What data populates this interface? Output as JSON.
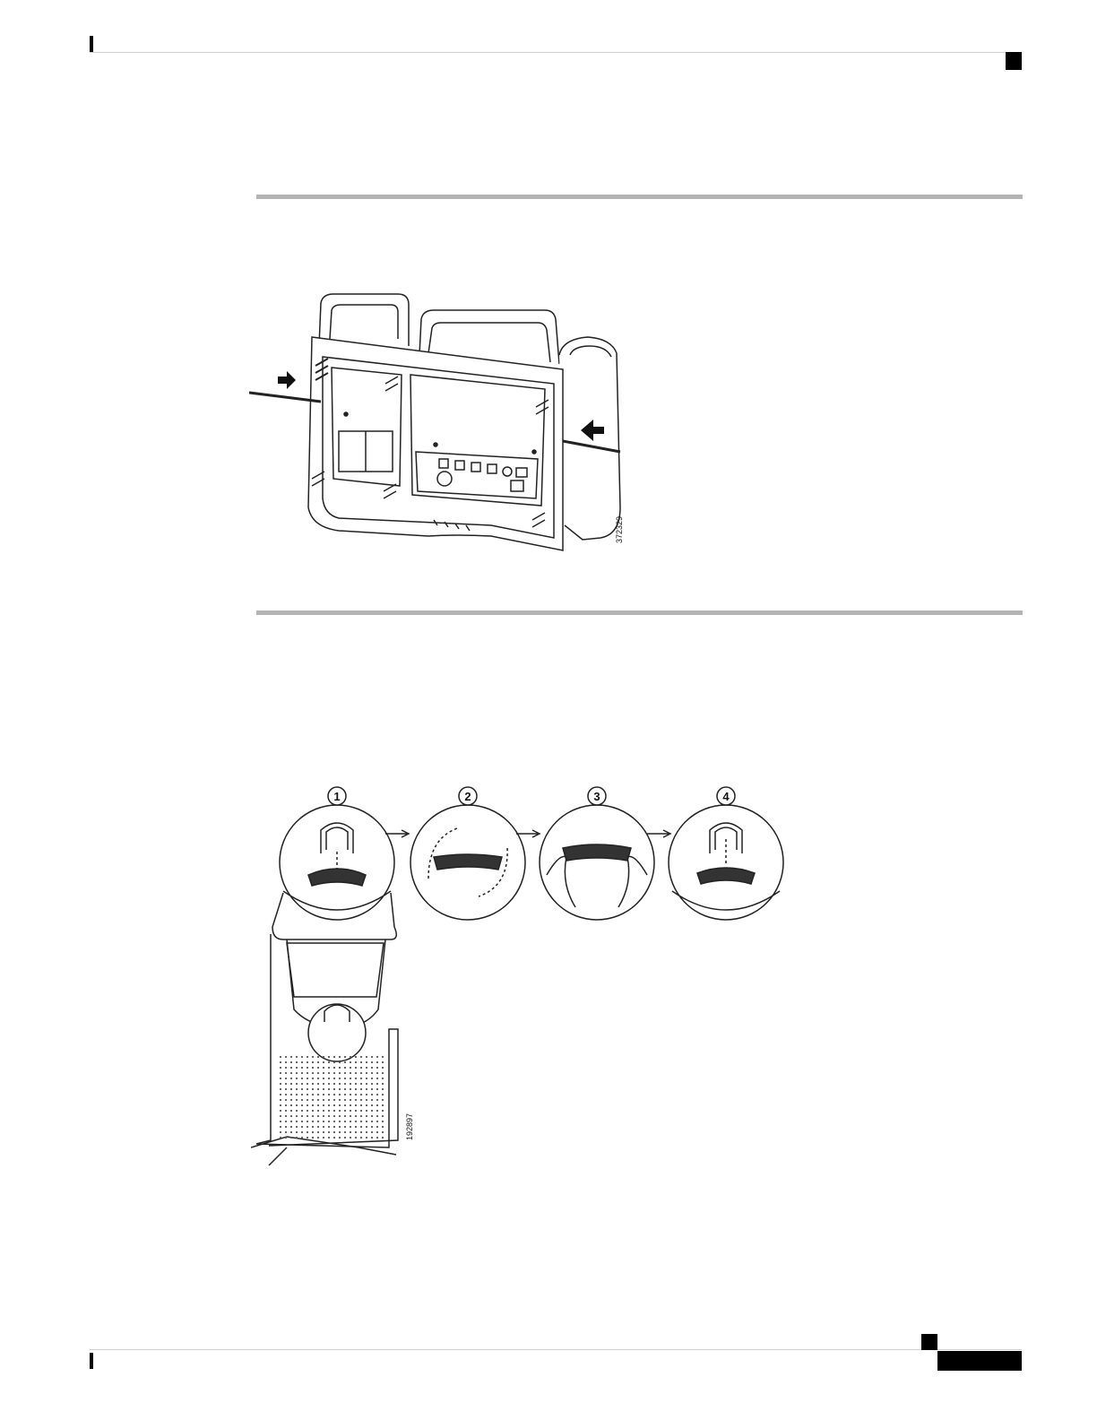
{
  "figures": {
    "wall_mount": {
      "figure_id": "372329"
    },
    "handset_rest": {
      "figure_id": "192897",
      "steps": [
        "1",
        "2",
        "3",
        "4"
      ]
    }
  },
  "icons": {
    "arrow_left": "right-arrow-icon",
    "arrow_right": "left-arrow-icon",
    "step_arrow": "arrow-right-icon"
  }
}
